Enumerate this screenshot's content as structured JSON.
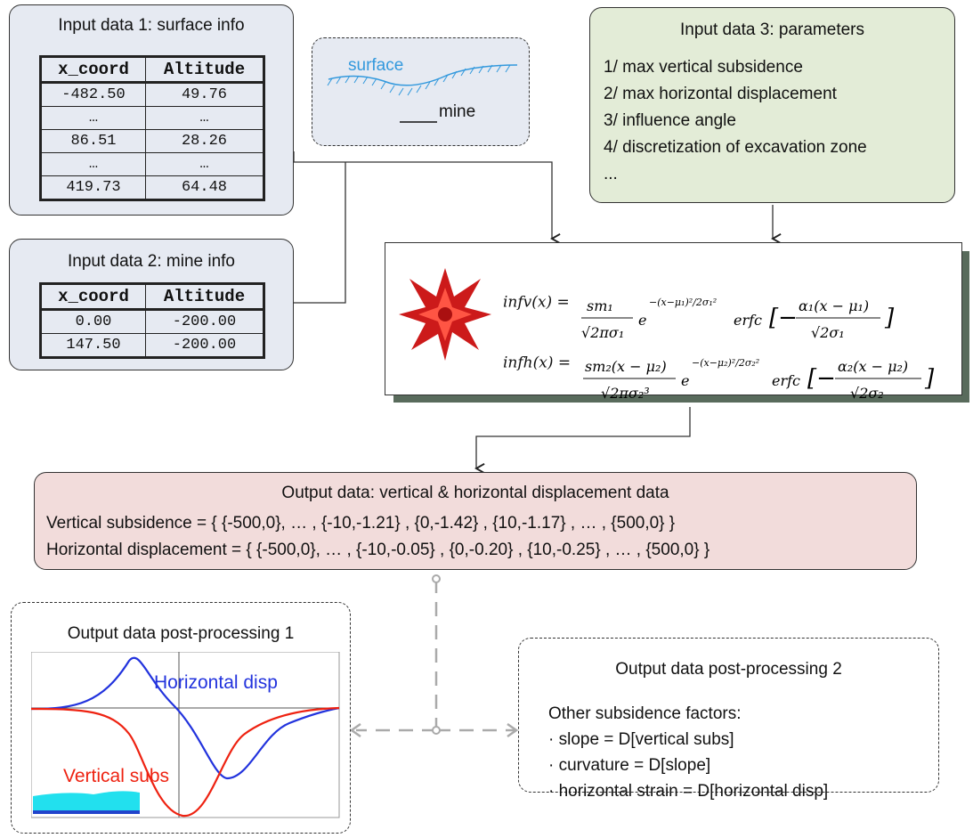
{
  "input1": {
    "title": "Input data 1: surface info",
    "headers": [
      "x_coord",
      "Altitude"
    ],
    "rows": [
      [
        "-482.50",
        "49.76"
      ],
      [
        "…",
        "…"
      ],
      [
        "86.51",
        "28.26"
      ],
      [
        "…",
        "…"
      ],
      [
        "419.73",
        "64.48"
      ]
    ]
  },
  "input2": {
    "title": "Input data 2: mine info",
    "headers": [
      "x_coord",
      "Altitude"
    ],
    "rows": [
      [
        "0.00",
        "-200.00"
      ],
      [
        "147.50",
        "-200.00"
      ]
    ]
  },
  "mine_sketch": {
    "surface_label": "surface",
    "mine_label": "mine"
  },
  "input3": {
    "title": "Input data 3: parameters",
    "items": [
      "1/ max vertical subsidence",
      "2/ max horizontal displacement",
      "3/ influence angle",
      "4/ discretization of excavation zone",
      "..."
    ]
  },
  "formula": {
    "eq1_lhs": "infv(x) =",
    "eq2_lhs": "infh(x) =",
    "logo_icon": "mathematica-spikey-icon"
  },
  "output": {
    "title": "Output data: vertical & horizontal displacement data",
    "line1": "Vertical subsidence = { {-500,0}, … , {-10,-1.21} , {0,-1.42} , {10,-1.17} , … , {500,0} }",
    "line2": "Horizontal displacement = { {-500,0}, … , {-10,-0.05} , {0,-0.20} , {10,-0.25} , … , {500,0} }"
  },
  "post1": {
    "title": "Output data post-processing 1",
    "horizontal_label": "Horizontal disp",
    "vertical_label": "Vertical subs",
    "colors": {
      "horizontal": "#2233dd",
      "vertical": "#ee2211"
    }
  },
  "post2": {
    "title": "Output data post-processing 2",
    "subtitle": "Other subsidence factors:",
    "items": [
      "· slope = D[vertical subs]",
      "· curvature = D[slope]",
      "· horizontal strain = D[horizontal disp]"
    ]
  }
}
